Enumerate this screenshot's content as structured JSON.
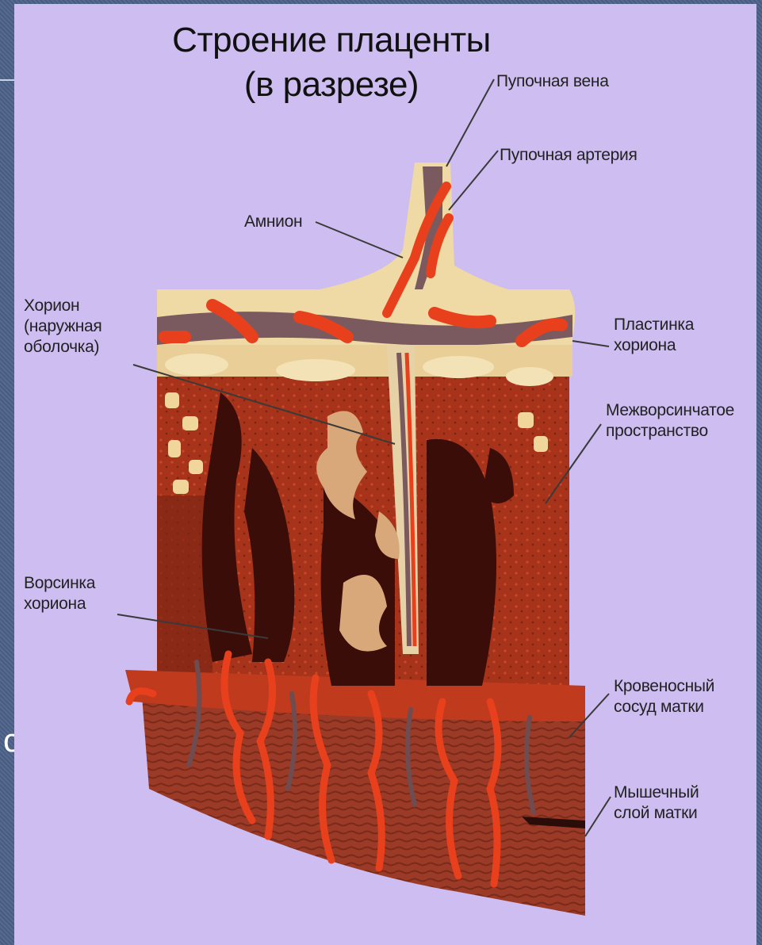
{
  "slide": {
    "fragment_text": "с",
    "background_color": "#4d6289",
    "panel_color": "#cdbdf0"
  },
  "title": {
    "line1": "Строение плаценты",
    "line2": "(в разрезе)"
  },
  "labels": {
    "umbilical_vein": "Пупочная вена",
    "umbilical_artery": "Пупочная артерия",
    "amnion": "Амнион",
    "chorion": [
      "Хорион",
      "(наружная",
      "оболочка)"
    ],
    "chorionic_plate": [
      "Пластинка",
      "хориона"
    ],
    "intervillous_space": [
      "Межворсинчатое",
      "пространство"
    ],
    "chorionic_villus": [
      "Ворсинка",
      "хориона"
    ],
    "uterine_vessel": [
      "Кровеносный",
      "сосуд матки"
    ],
    "uterine_muscle": [
      "Мышечный",
      "слой матки"
    ]
  },
  "colors": {
    "tissue_dark": "#8a2a17",
    "tissue_mid": "#b8391c",
    "vessel_red": "#e8401c",
    "vessel_grey": "#7a5a5e",
    "villus_tan": "#d9a87a",
    "plate_cream": "#efd9a4"
  }
}
